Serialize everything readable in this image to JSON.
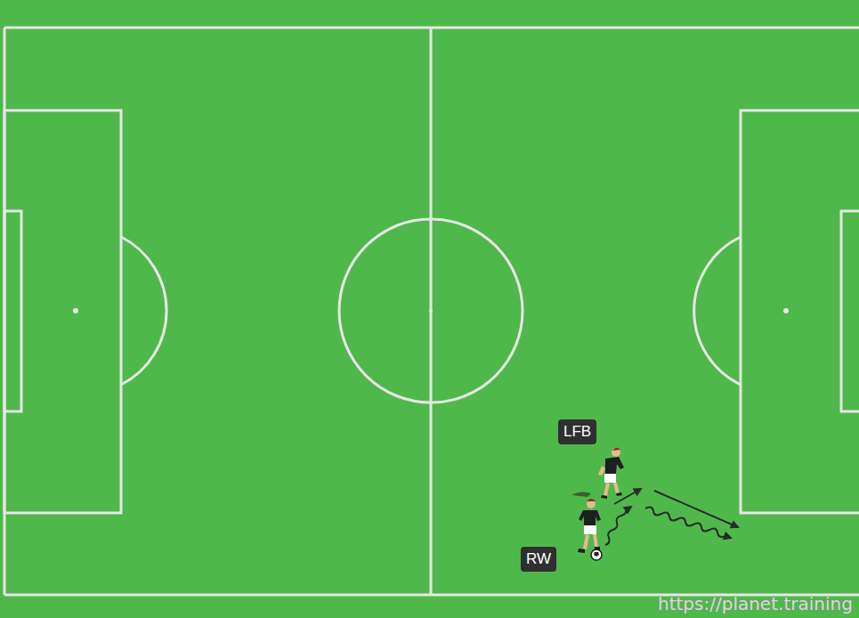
{
  "diagram": {
    "nodes": [
      {
        "text": [
          "LFB"
        ]
      },
      {
        "text": [
          "RW"
        ]
      }
    ],
    "labels": [
      "https://planet.training"
    ]
  }
}
